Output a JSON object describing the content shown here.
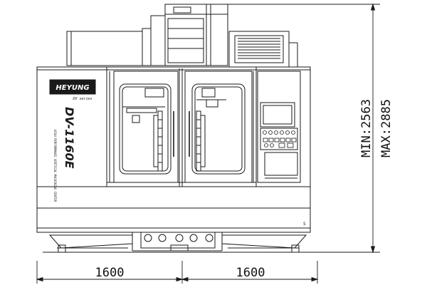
{
  "drawing": {
    "brand": "HEYUNG",
    "series_label": "DV series",
    "model": "DV-1160E",
    "model_subtitle": "HIGH PERFORMANCE VERTICAL MACHINING CENTER",
    "marker": "S",
    "line_color": "#1a1a1a"
  },
  "dimensions": {
    "left_width": "1600",
    "right_width": "1600",
    "height_min": "MIN:2563",
    "height_max": "MAX:2885"
  }
}
